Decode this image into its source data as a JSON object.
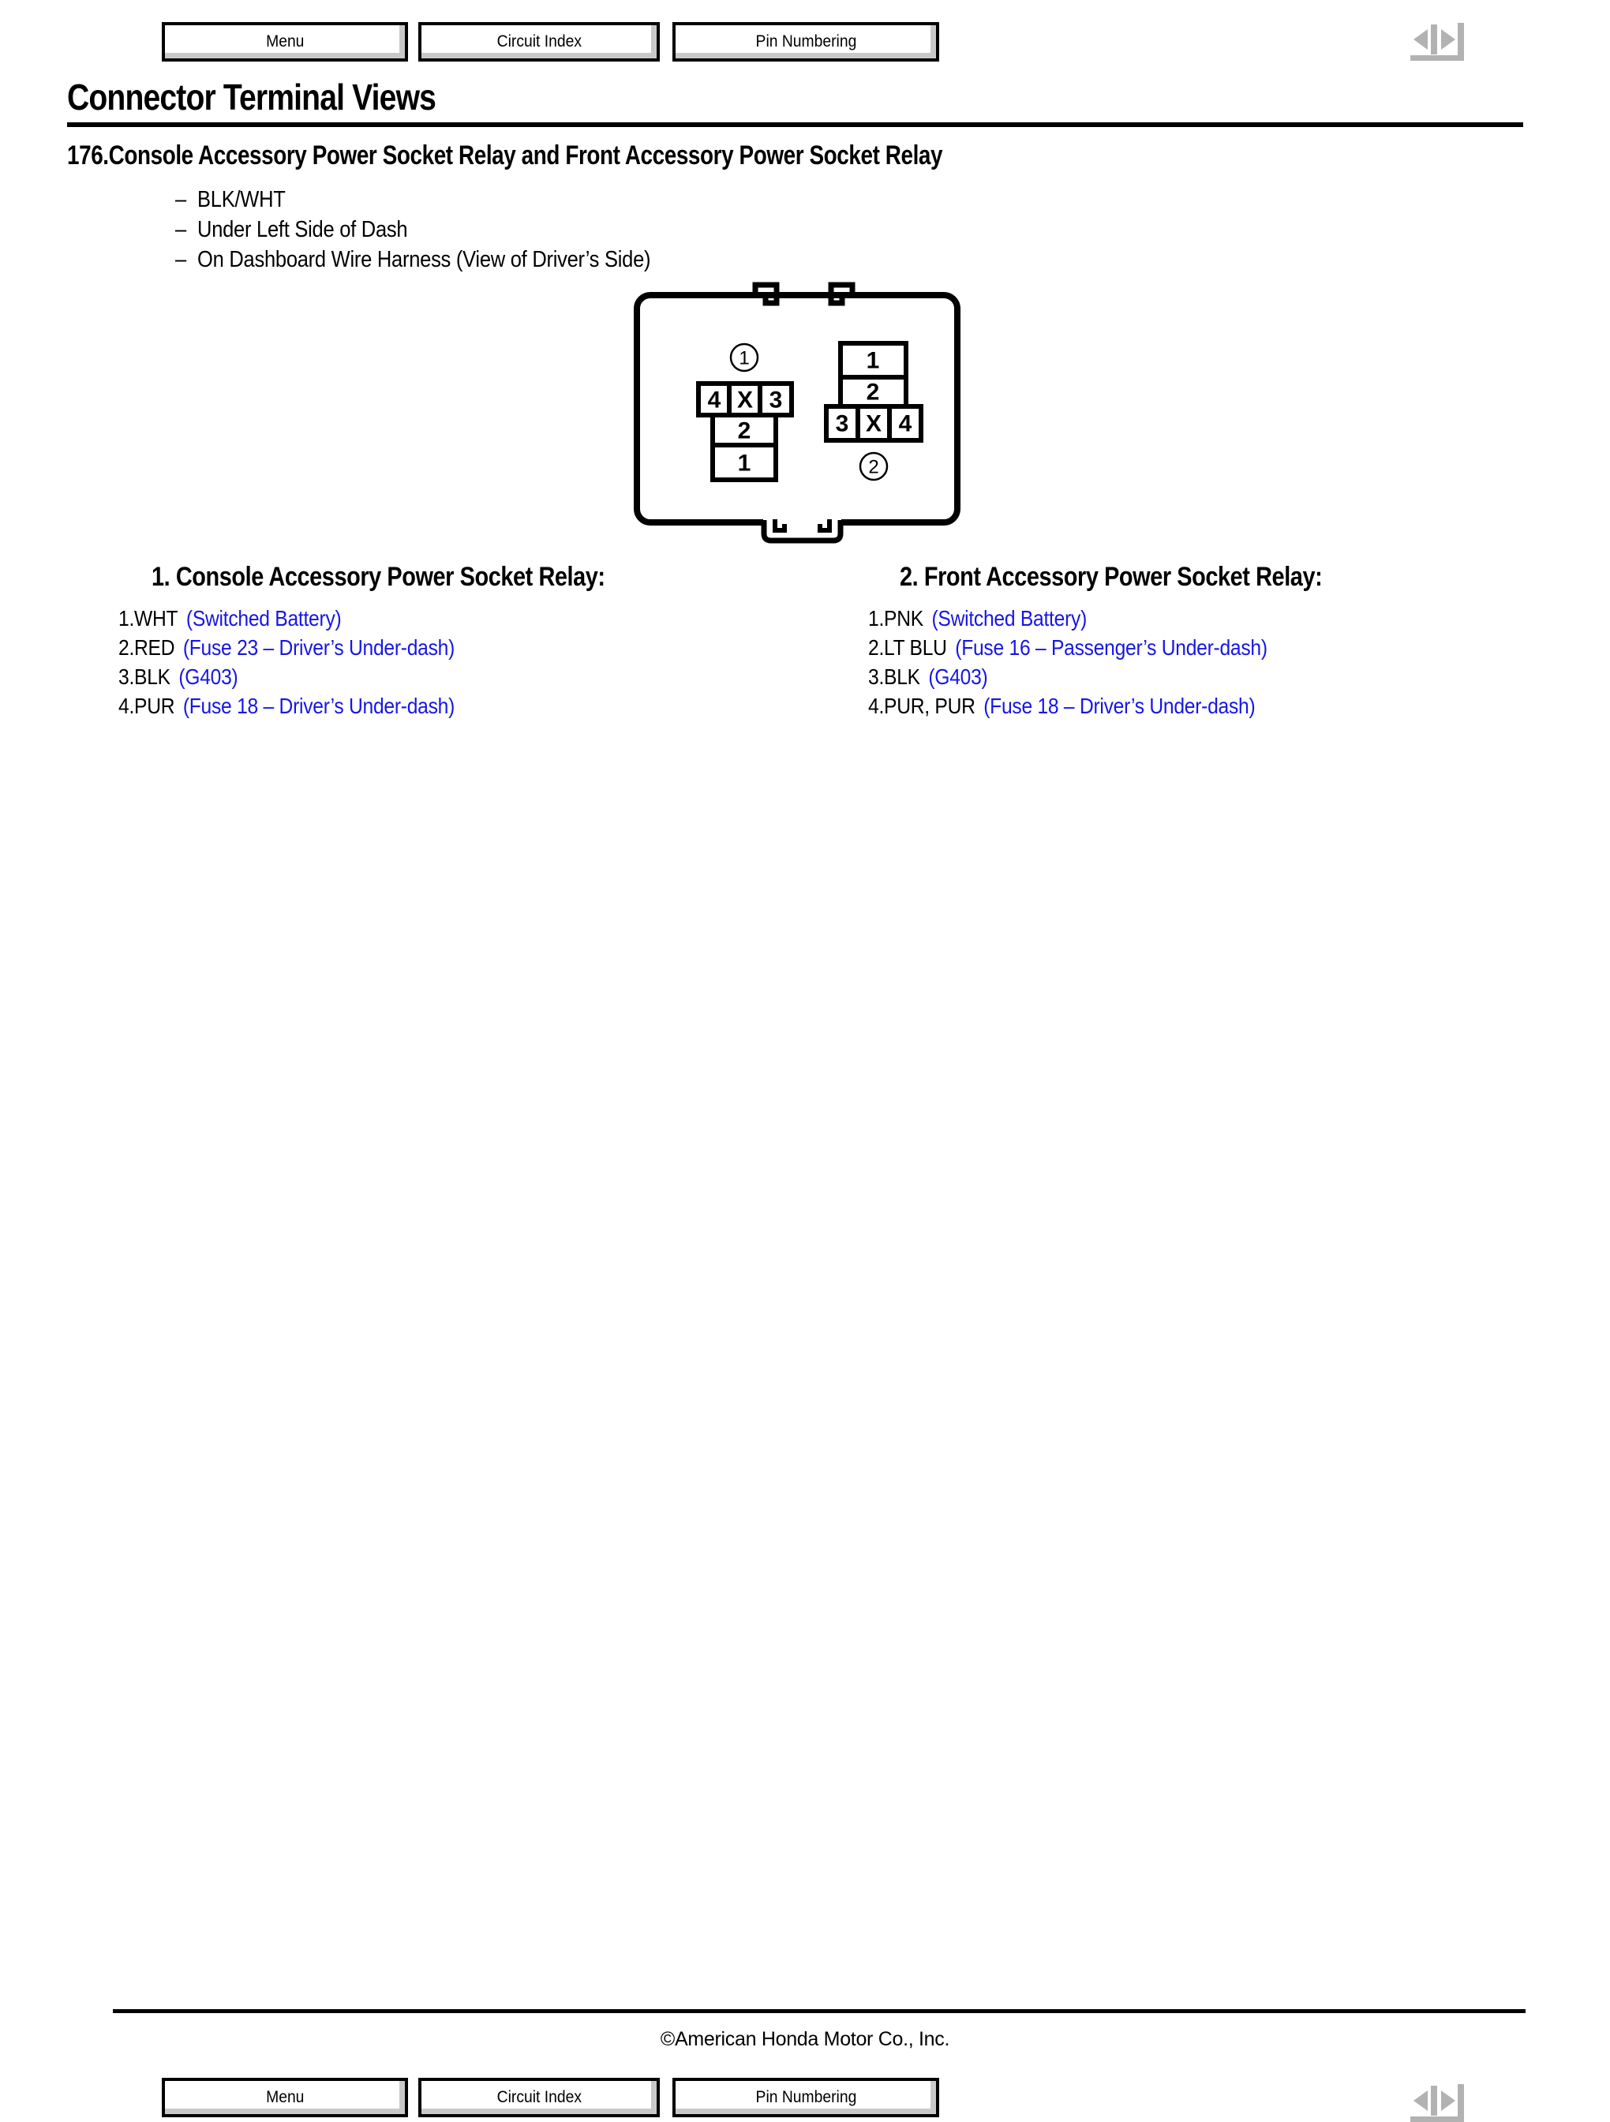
{
  "page": {
    "title": "Connector Terminal Views",
    "footer_copyright": "©American Honda Motor Co., Inc."
  },
  "toolbar": {
    "menu_label": "Menu",
    "circuit_index_label": "Circuit Index",
    "pin_numbering_label": "Pin Numbering"
  },
  "section": {
    "number": "176.",
    "heading": "Console Accessory Power Socket Relay and Front Accessory Power Socket Relay",
    "bullet_dash": "–",
    "bullets": [
      "BLK/WHT",
      "Under Left Side of Dash",
      "On Dashboard Wire Harness (View of Driver’s Side)"
    ]
  },
  "diagram": {
    "connector1_callout": "1",
    "connector2_callout": "2",
    "connector1_pins": {
      "row_top": [
        "4",
        "X",
        "3"
      ],
      "row_mid": "2",
      "row_bottom": "1"
    },
    "connector2_pins": {
      "cell_top": "1",
      "cell_mid": "2",
      "row_bottom": [
        "3",
        "X",
        "4"
      ]
    }
  },
  "relay1": {
    "title": "1. Console Accessory Power Socket Relay:",
    "pins": [
      {
        "label": "1.WHT",
        "detail": "(Switched Battery)"
      },
      {
        "label": "2.RED",
        "detail": "(Fuse 23 – Driver’s Under-dash)"
      },
      {
        "label": "3.BLK",
        "detail": "(G403)"
      },
      {
        "label": "4.PUR",
        "detail": "(Fuse 18 – Driver’s Under-dash)"
      }
    ]
  },
  "relay2": {
    "title": "2. Front Accessory Power Socket Relay:",
    "pins": [
      {
        "label": "1.PNK",
        "detail": "(Switched Battery)"
      },
      {
        "label": "2.LT BLU",
        "detail": "(Fuse 16 – Passenger’s Under-dash)"
      },
      {
        "label": "3.BLK",
        "detail": "(G403)"
      },
      {
        "label": "4.PUR, PUR",
        "detail": "(Fuse 18 – Driver’s Under-dash)"
      }
    ]
  },
  "colors": {
    "link_blue": "#1616e6",
    "arrow_gray": "#b2b2b2",
    "button_bevel": "#c9c9c9"
  }
}
